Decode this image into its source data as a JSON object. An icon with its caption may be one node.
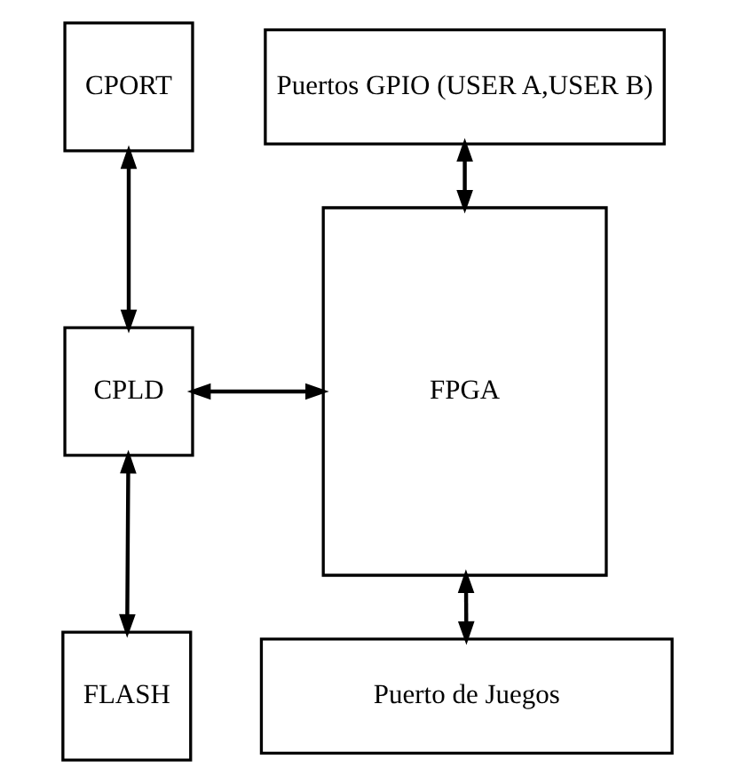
{
  "diagram": {
    "nodes": [
      {
        "text": [
          "Puertos GPIO (USER A,USER B)"
        ]
      },
      {
        "text": [
          "CPORT"
        ]
      },
      {
        "text": [
          "FPGA"
        ]
      },
      {
        "text": [
          "CPLD"
        ]
      },
      {
        "text": [
          "FLASH"
        ]
      },
      {
        "text": [
          "Puerto de Juegos"
        ]
      }
    ],
    "edges": [
      {
        "from": 0,
        "to": 2,
        "arrow": "both"
      },
      {
        "from": 1,
        "to": 3,
        "arrow": "both"
      },
      {
        "from": 3,
        "to": 2,
        "arrow": "both"
      },
      {
        "from": 3,
        "to": 4,
        "arrow": "both"
      },
      {
        "from": 2,
        "to": 5,
        "arrow": "both"
      }
    ]
  }
}
